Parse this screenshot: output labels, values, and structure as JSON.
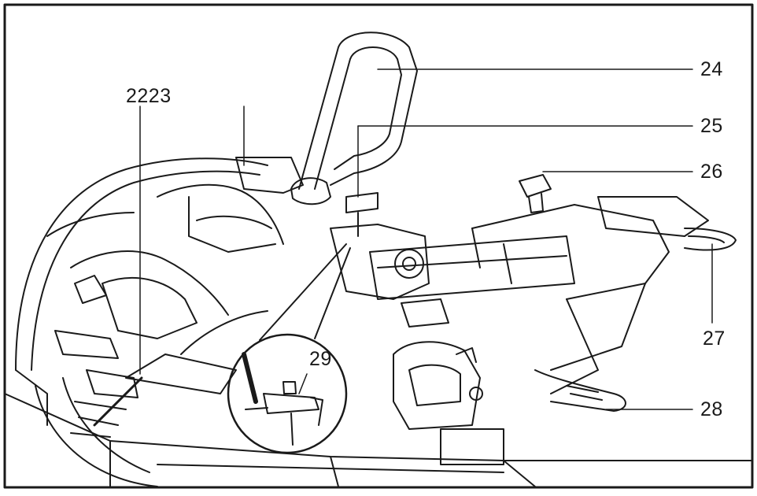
{
  "figure": {
    "callouts": [
      {
        "id": "c2223",
        "text": "2223"
      },
      {
        "id": "c24",
        "text": "24"
      },
      {
        "id": "c25",
        "text": "25"
      },
      {
        "id": "c26",
        "text": "26"
      },
      {
        "id": "c27",
        "text": "27"
      },
      {
        "id": "c28",
        "text": "28"
      },
      {
        "id": "c29",
        "text": "29"
      }
    ]
  }
}
